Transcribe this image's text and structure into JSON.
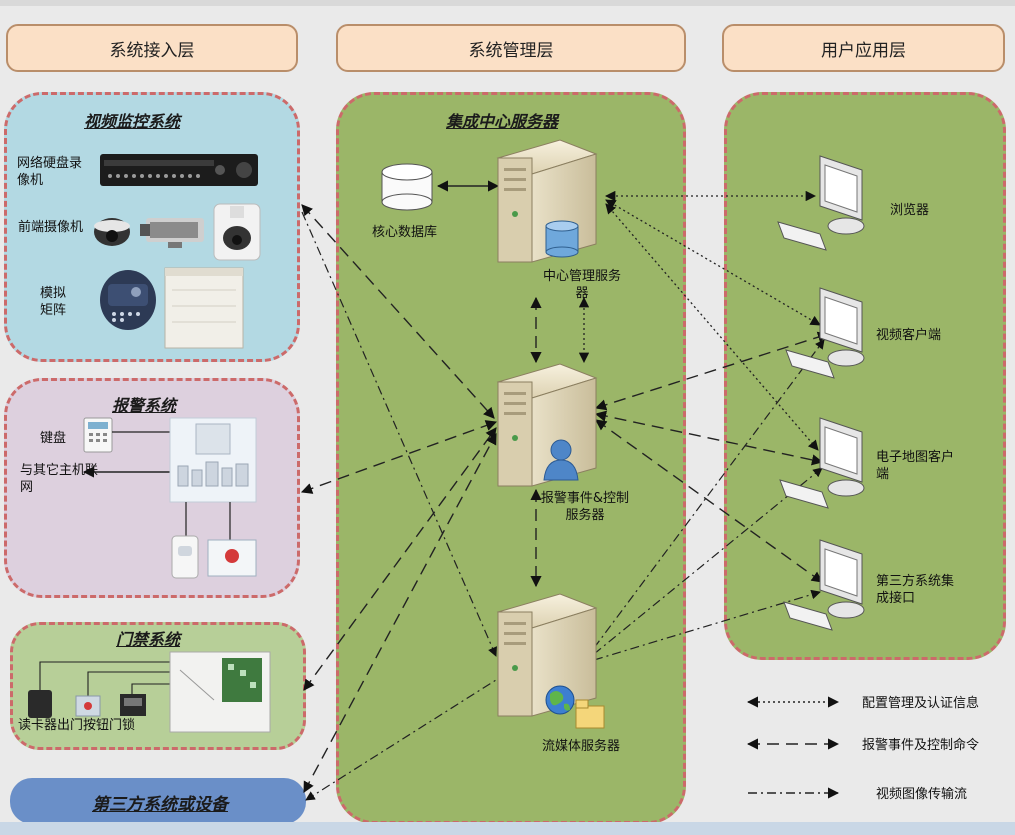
{
  "headers": {
    "access": "系统接入层",
    "management": "系统管理层",
    "application": "用户应用层"
  },
  "access": {
    "video": {
      "title": "视频监控系统",
      "nvr": "网络硬盘录像机",
      "camera": "前端摄像机",
      "matrix": "模拟矩阵"
    },
    "alarm": {
      "title": "报警系统",
      "keypad": "键盘",
      "network": "与其它主机联网"
    },
    "access_control": {
      "title": "门禁系统",
      "devices": "读卡器出门按钮门锁"
    },
    "third_party": {
      "title": "第三方系统或设备"
    }
  },
  "management": {
    "title": "集成中心服务器",
    "db": "核心数据库",
    "central_server": "中心管理服务器",
    "alarm_server": "报警事件&控制服务器",
    "media_server": "流媒体服务器"
  },
  "application": {
    "browser": "浏览器",
    "video_client": "视频客户端",
    "map_client": "电子地图客户端",
    "third_party_iface": "第三方系统集成接口"
  },
  "legend": {
    "config": "配置管理及认证信息",
    "alarm": "报警事件及控制命令",
    "video": "视频图像传输流"
  },
  "colors": {
    "layer_header_bg": "#fbe0c6",
    "video_panel_bg": "#b3d9e3",
    "alarm_panel_bg": "#ddd0de",
    "green_panel_bg": "#9bb668",
    "third_party_bg": "#6a8fc8",
    "dash_border": "#cc6a6a"
  }
}
